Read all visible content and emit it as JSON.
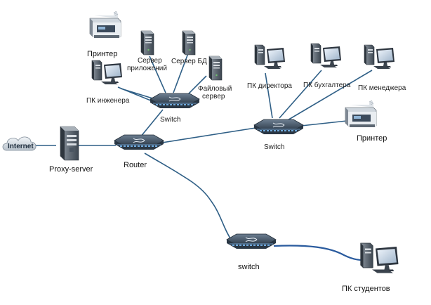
{
  "nodes": {
    "internet": {
      "label": "Internet"
    },
    "proxy": {
      "label": "Proxy-server"
    },
    "router": {
      "label": "Router"
    },
    "switch_left": {
      "label": "Switch"
    },
    "switch_right": {
      "label": "Switch"
    },
    "switch_bottom": {
      "label": "switch"
    },
    "printer_left": {
      "label": "Принтер"
    },
    "printer_right": {
      "label": "Принтер"
    },
    "app_server": {
      "label_line1": "Сервер",
      "label_line2": "приложений"
    },
    "db_server": {
      "label": "Сервер БД"
    },
    "file_server": {
      "label_line1": "Файловый",
      "label_line2": "сервер"
    },
    "pc_engineer": {
      "label": "ПК инженера"
    },
    "pc_director": {
      "label": "ПК директора"
    },
    "pc_accountant": {
      "label": "ПК бухгалтера"
    },
    "pc_manager": {
      "label": "ПК менеджера"
    },
    "pc_students": {
      "label": "ПК студентов"
    }
  }
}
